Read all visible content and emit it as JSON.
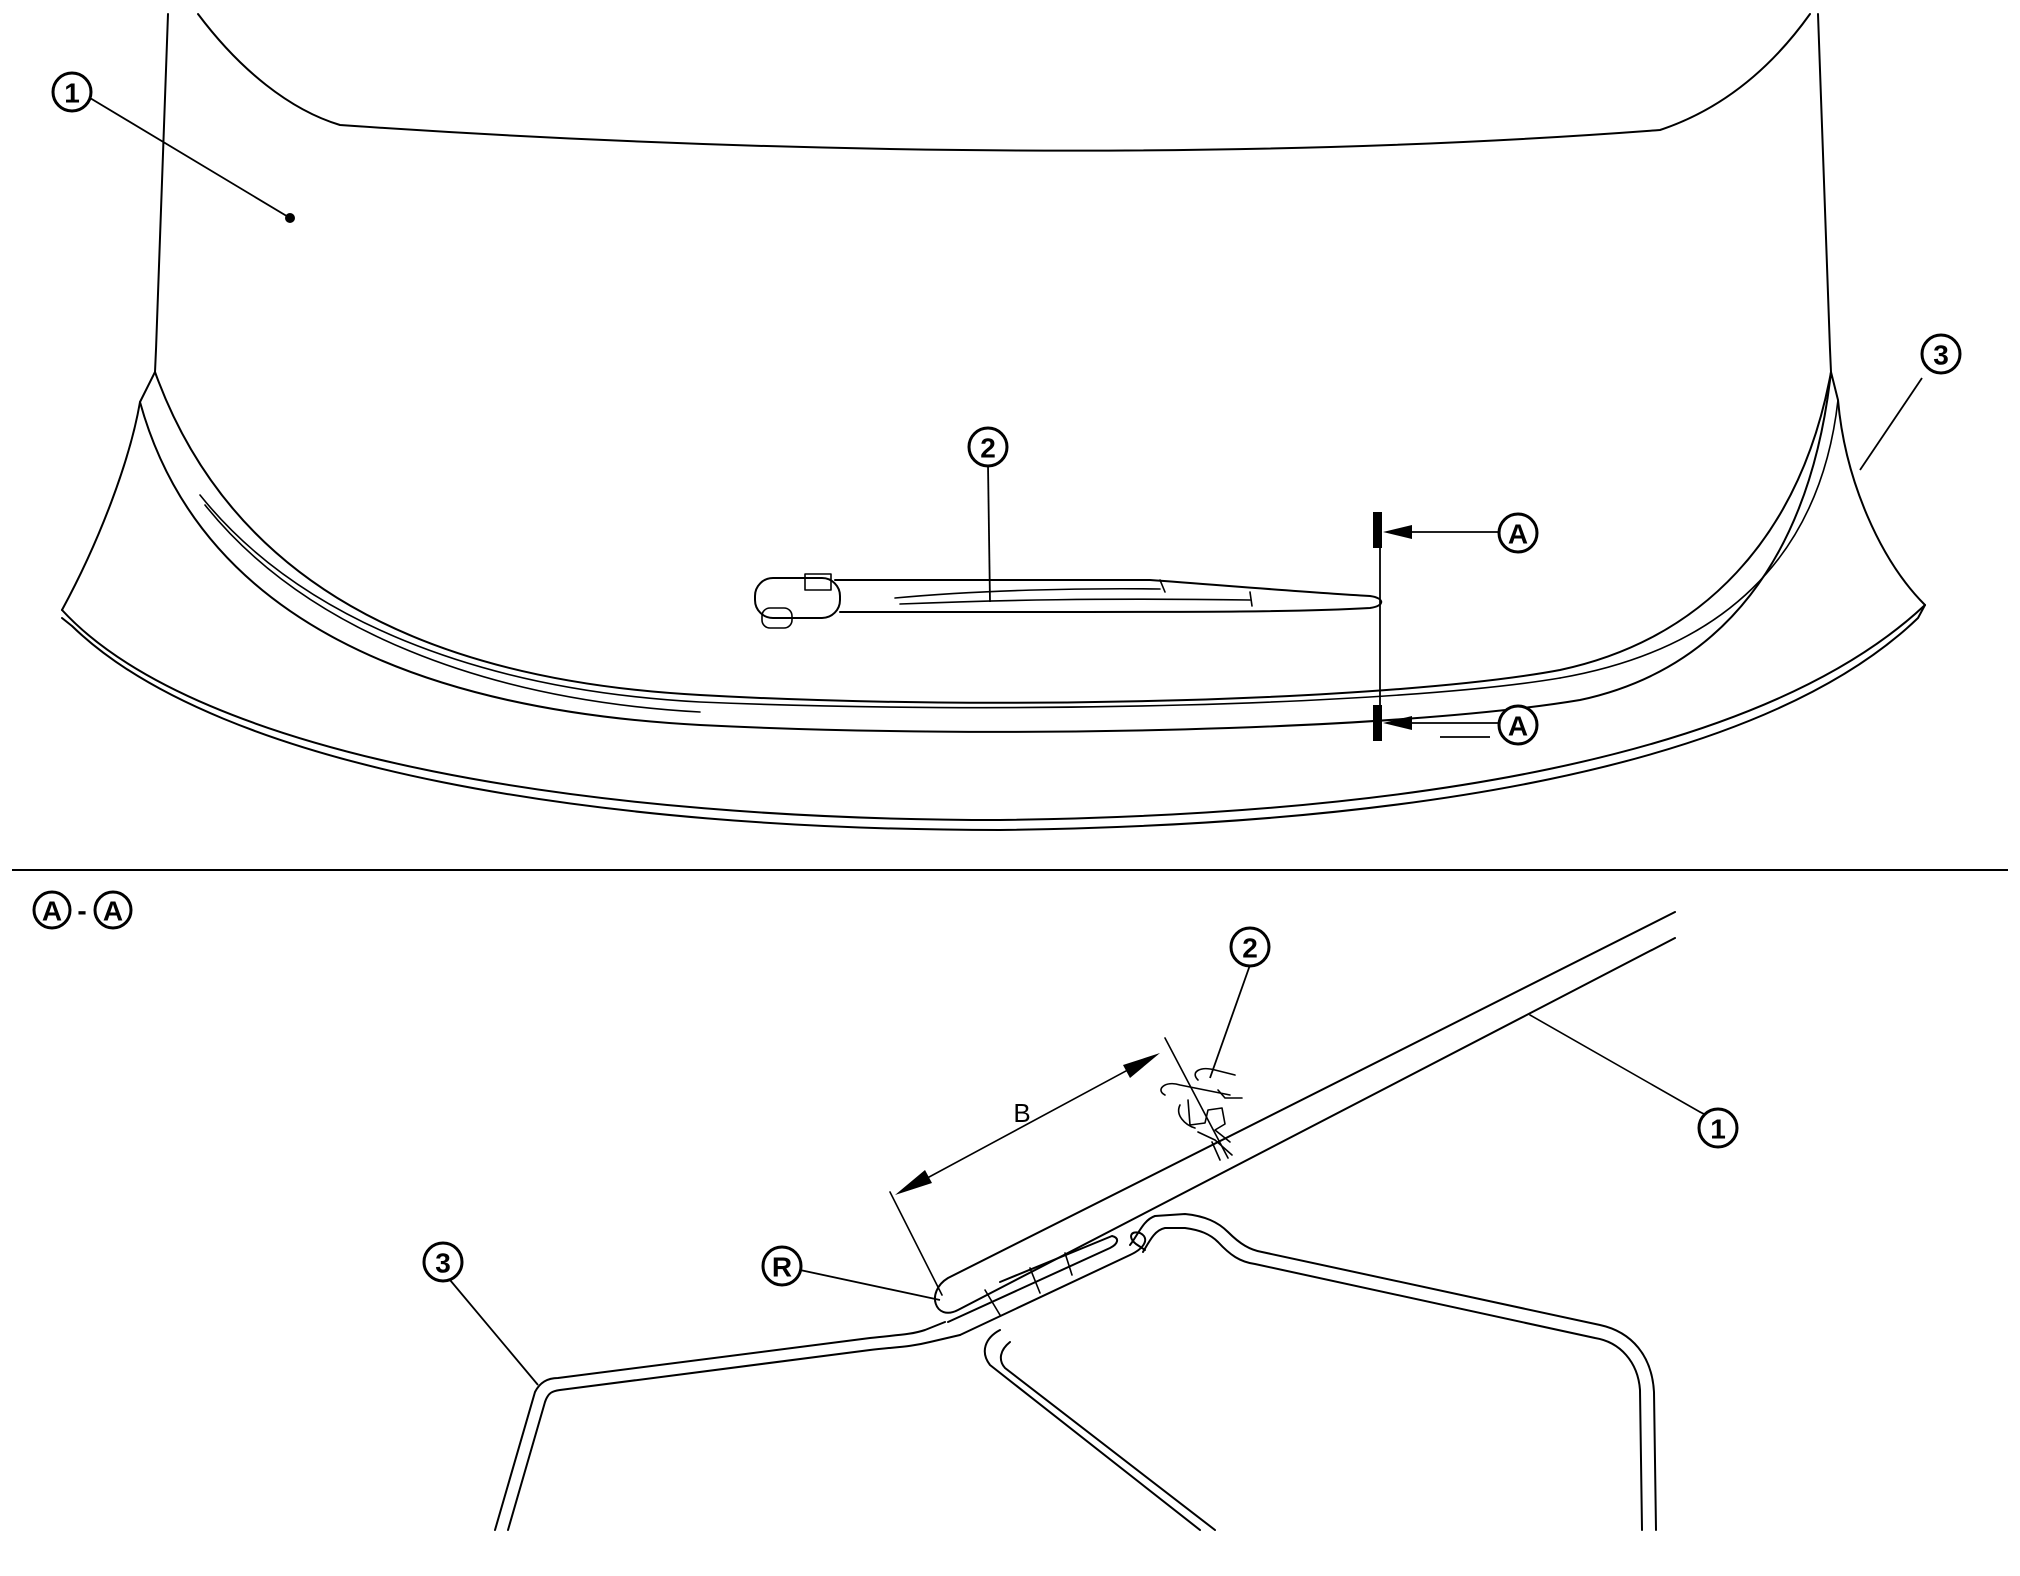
{
  "callouts": {
    "back_door": "1",
    "rear_wiper_arm": "2",
    "rear_bumper": "3",
    "section_mark": "A",
    "reuse_mark": "R"
  },
  "section_title": {
    "left": "A",
    "separator": "-",
    "right": "A"
  },
  "dimension_label": "B"
}
